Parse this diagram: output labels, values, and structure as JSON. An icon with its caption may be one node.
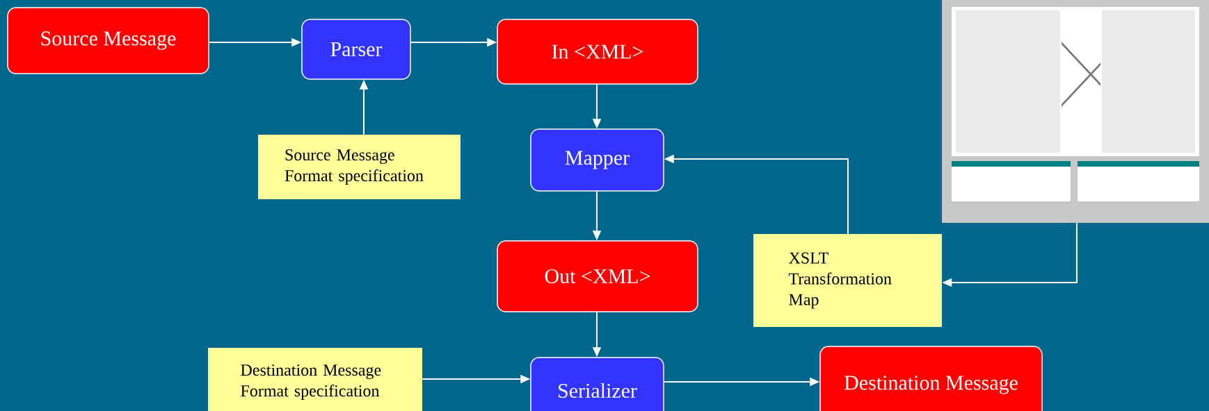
{
  "diagram": {
    "nodes": [
      {
        "text": [
          "Source Message"
        ]
      },
      {
        "text": [
          "Parser"
        ]
      },
      {
        "text": [
          "In <XML>"
        ]
      },
      {
        "text": [
          "Source Message Format specification"
        ]
      },
      {
        "text": [
          "Mapper"
        ]
      },
      {
        "text": [
          "Out <XML>"
        ]
      },
      {
        "text": [
          "XSLT Transformation Map"
        ]
      },
      {
        "text": [],
        "shape": "picture"
      },
      {
        "text": [
          "Destination Message Format specification"
        ]
      },
      {
        "text": [
          "Serializer"
        ]
      },
      {
        "text": [
          "Destination Message"
        ]
      }
    ],
    "edges": [
      {
        "from": 0,
        "to": 1,
        "arrow": "to"
      },
      {
        "from": 1,
        "to": 2,
        "arrow": "to"
      },
      {
        "from": 3,
        "to": 1,
        "arrow": "to"
      },
      {
        "from": 2,
        "to": 4,
        "arrow": "to"
      },
      {
        "from": 6,
        "to": 4,
        "arrow": "to"
      },
      {
        "from": 4,
        "to": 5,
        "arrow": "to"
      },
      {
        "from": 7,
        "to": 6,
        "arrow": "to"
      },
      {
        "from": 5,
        "to": 9,
        "arrow": "to"
      },
      {
        "from": 8,
        "to": 9,
        "arrow": "to"
      },
      {
        "from": 9,
        "to": 10,
        "arrow": "to"
      }
    ]
  }
}
